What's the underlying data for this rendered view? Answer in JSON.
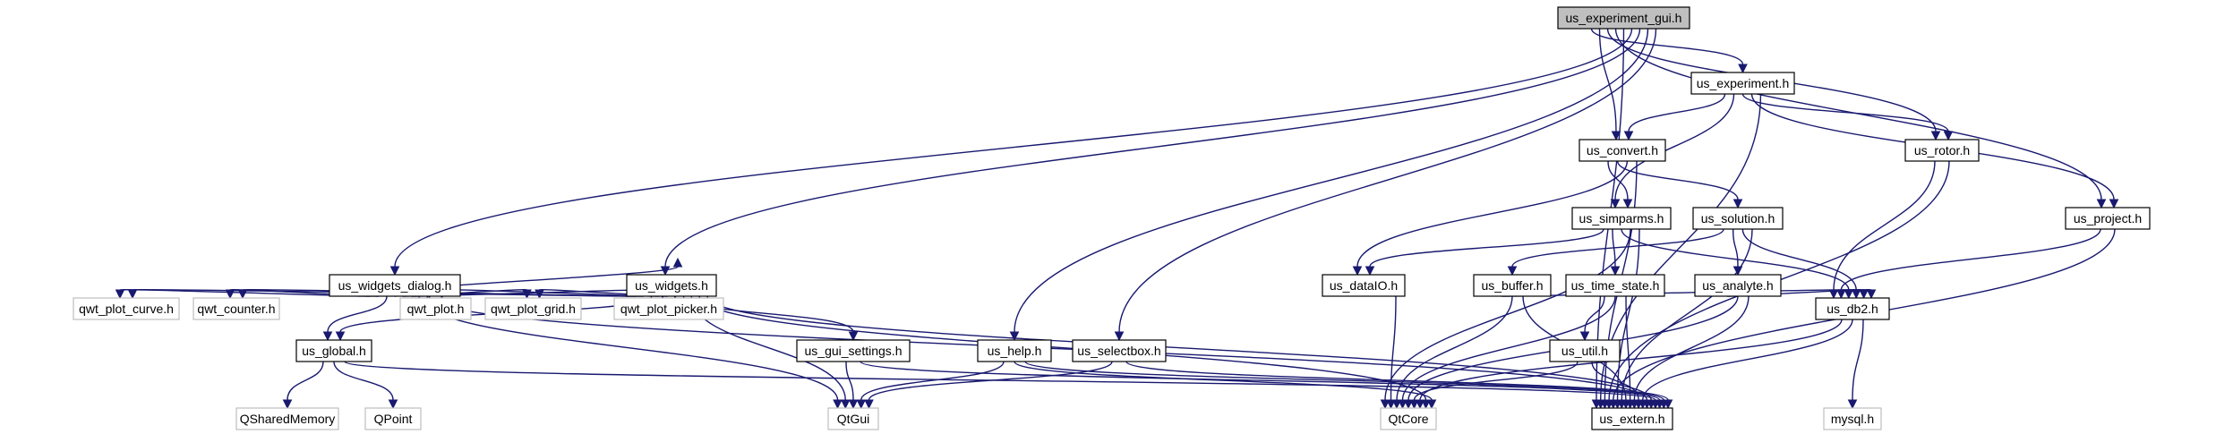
{
  "diagram": {
    "title": "",
    "nodes": [
      {
        "id": "us_experiment_gui_h",
        "label": "us_experiment_gui.h",
        "style": "root"
      },
      {
        "id": "us_experiment_h",
        "label": "us_experiment.h",
        "style": "normal"
      },
      {
        "id": "us_convert_h",
        "label": "us_convert.h",
        "style": "normal"
      },
      {
        "id": "us_rotor_h",
        "label": "us_rotor.h",
        "style": "normal"
      },
      {
        "id": "us_simparms_h",
        "label": "us_simparms.h",
        "style": "normal"
      },
      {
        "id": "us_solution_h",
        "label": "us_solution.h",
        "style": "normal"
      },
      {
        "id": "us_project_h",
        "label": "us_project.h",
        "style": "normal"
      },
      {
        "id": "us_widgets_dialog_h",
        "label": "us_widgets_dialog.h",
        "style": "normal"
      },
      {
        "id": "us_widgets_h",
        "label": "us_widgets.h",
        "style": "normal"
      },
      {
        "id": "us_dataIO_h",
        "label": "us_dataIO.h",
        "style": "normal"
      },
      {
        "id": "us_buffer_h",
        "label": "us_buffer.h",
        "style": "normal"
      },
      {
        "id": "us_time_state_h",
        "label": "us_time_state.h",
        "style": "normal"
      },
      {
        "id": "us_analyte_h",
        "label": "us_analyte.h",
        "style": "normal"
      },
      {
        "id": "qwt_plot_curve_h",
        "label": "qwt_plot_curve.h",
        "style": "external"
      },
      {
        "id": "qwt_counter_h",
        "label": "qwt_counter.h",
        "style": "external"
      },
      {
        "id": "us_global_h",
        "label": "us_global.h",
        "style": "normal"
      },
      {
        "id": "qwt_plot_h",
        "label": "qwt_plot.h",
        "style": "external"
      },
      {
        "id": "qwt_plot_grid_h",
        "label": "qwt_plot_grid.h",
        "style": "external"
      },
      {
        "id": "qwt_plot_picker_h",
        "label": "qwt_plot_picker.h",
        "style": "external"
      },
      {
        "id": "us_gui_settings_h",
        "label": "us_gui_settings.h",
        "style": "normal"
      },
      {
        "id": "us_help_h",
        "label": "us_help.h",
        "style": "normal"
      },
      {
        "id": "us_selectbox_h",
        "label": "us_selectbox.h",
        "style": "normal"
      },
      {
        "id": "us_util_h",
        "label": "us_util.h",
        "style": "normal"
      },
      {
        "id": "us_db2_h",
        "label": "us_db2.h",
        "style": "normal"
      },
      {
        "id": "QSharedMemory",
        "label": "QSharedMemory",
        "style": "external"
      },
      {
        "id": "QPoint",
        "label": "QPoint",
        "style": "external"
      },
      {
        "id": "QtGui",
        "label": "QtGui",
        "style": "external"
      },
      {
        "id": "QtCore",
        "label": "QtCore",
        "style": "external"
      },
      {
        "id": "us_extern_h",
        "label": "us_extern.h",
        "style": "normal"
      },
      {
        "id": "mysql_h",
        "label": "mysql.h",
        "style": "external"
      }
    ],
    "edges": [
      [
        "us_experiment_gui_h",
        "us_experiment_h"
      ],
      [
        "us_experiment_gui_h",
        "us_convert_h"
      ],
      [
        "us_experiment_gui_h",
        "us_rotor_h"
      ],
      [
        "us_experiment_gui_h",
        "us_project_h"
      ],
      [
        "us_experiment_gui_h",
        "us_extern_h"
      ],
      [
        "us_experiment_gui_h",
        "us_widgets_dialog_h"
      ],
      [
        "us_experiment_gui_h",
        "us_widgets_h"
      ],
      [
        "us_experiment_gui_h",
        "us_help_h"
      ],
      [
        "us_experiment_gui_h",
        "us_selectbox_h"
      ],
      [
        "us_experiment_h",
        "us_convert_h"
      ],
      [
        "us_experiment_h",
        "us_simparms_h"
      ],
      [
        "us_experiment_h",
        "us_rotor_h"
      ],
      [
        "us_experiment_h",
        "us_project_h"
      ],
      [
        "us_experiment_h",
        "us_extern_h"
      ],
      [
        "us_convert_h",
        "us_simparms_h"
      ],
      [
        "us_convert_h",
        "us_solution_h"
      ],
      [
        "us_convert_h",
        "us_dataIO_h"
      ],
      [
        "us_convert_h",
        "us_extern_h"
      ],
      [
        "us_rotor_h",
        "us_db2_h"
      ],
      [
        "us_rotor_h",
        "us_extern_h"
      ],
      [
        "us_project_h",
        "us_db2_h"
      ],
      [
        "us_project_h",
        "us_extern_h"
      ],
      [
        "us_simparms_h",
        "us_dataIO_h"
      ],
      [
        "us_simparms_h",
        "us_time_state_h"
      ],
      [
        "us_simparms_h",
        "us_db2_h"
      ],
      [
        "us_simparms_h",
        "QtCore"
      ],
      [
        "us_simparms_h",
        "us_extern_h"
      ],
      [
        "us_solution_h",
        "us_buffer_h"
      ],
      [
        "us_solution_h",
        "us_analyte_h"
      ],
      [
        "us_solution_h",
        "us_db2_h"
      ],
      [
        "us_solution_h",
        "us_extern_h"
      ],
      [
        "us_dataIO_h",
        "QtCore"
      ],
      [
        "us_buffer_h",
        "us_db2_h"
      ],
      [
        "us_buffer_h",
        "QtCore"
      ],
      [
        "us_buffer_h",
        "us_extern_h"
      ],
      [
        "us_time_state_h",
        "us_util_h"
      ],
      [
        "us_time_state_h",
        "QtCore"
      ],
      [
        "us_time_state_h",
        "us_extern_h"
      ],
      [
        "us_analyte_h",
        "us_db2_h"
      ],
      [
        "us_analyte_h",
        "QtCore"
      ],
      [
        "us_analyte_h",
        "us_extern_h"
      ],
      [
        "us_util_h",
        "QtCore"
      ],
      [
        "us_util_h",
        "us_extern_h"
      ],
      [
        "us_db2_h",
        "QtCore"
      ],
      [
        "us_db2_h",
        "us_extern_h"
      ],
      [
        "us_db2_h",
        "mysql_h"
      ],
      [
        "us_widgets_dialog_h",
        "us_widgets_h"
      ],
      [
        "us_widgets_dialog_h",
        "qwt_plot_curve_h"
      ],
      [
        "us_widgets_dialog_h",
        "qwt_counter_h"
      ],
      [
        "us_widgets_dialog_h",
        "us_global_h"
      ],
      [
        "us_widgets_dialog_h",
        "qwt_plot_h"
      ],
      [
        "us_widgets_dialog_h",
        "qwt_plot_grid_h"
      ],
      [
        "us_widgets_dialog_h",
        "qwt_plot_picker_h"
      ],
      [
        "us_widgets_dialog_h",
        "QtGui"
      ],
      [
        "us_widgets_dialog_h",
        "us_extern_h"
      ],
      [
        "us_widgets_h",
        "qwt_plot_curve_h"
      ],
      [
        "us_widgets_h",
        "qwt_counter_h"
      ],
      [
        "us_widgets_h",
        "us_global_h"
      ],
      [
        "us_widgets_h",
        "qwt_plot_h"
      ],
      [
        "us_widgets_h",
        "qwt_plot_grid_h"
      ],
      [
        "us_widgets_h",
        "qwt_plot_picker_h"
      ],
      [
        "us_widgets_h",
        "us_gui_settings_h"
      ],
      [
        "us_widgets_h",
        "QtGui"
      ],
      [
        "us_widgets_h",
        "QtCore"
      ],
      [
        "us_widgets_h",
        "us_extern_h"
      ],
      [
        "us_global_h",
        "QSharedMemory"
      ],
      [
        "us_global_h",
        "QPoint"
      ],
      [
        "us_global_h",
        "us_extern_h"
      ],
      [
        "us_gui_settings_h",
        "QtGui"
      ],
      [
        "us_gui_settings_h",
        "us_extern_h"
      ],
      [
        "us_help_h",
        "QtGui"
      ],
      [
        "us_help_h",
        "QtCore"
      ],
      [
        "us_help_h",
        "us_extern_h"
      ],
      [
        "us_selectbox_h",
        "QtGui"
      ],
      [
        "us_selectbox_h",
        "us_extern_h"
      ]
    ]
  }
}
